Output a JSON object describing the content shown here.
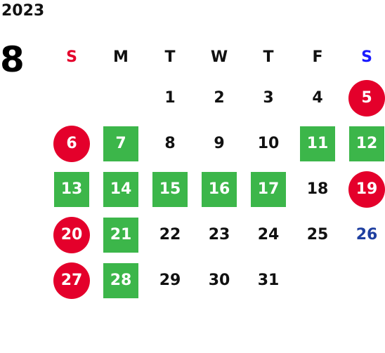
{
  "year": "2023",
  "month": "8",
  "weekdays": [
    "S",
    "M",
    "T",
    "W",
    "T",
    "F",
    "S"
  ],
  "weeks": [
    [
      "",
      "",
      "1",
      "2",
      "3",
      "4",
      "5"
    ],
    [
      "6",
      "7",
      "8",
      "9",
      "10",
      "11",
      "12"
    ],
    [
      "13",
      "14",
      "15",
      "16",
      "17",
      "18",
      "19"
    ],
    [
      "20",
      "21",
      "22",
      "23",
      "24",
      "25",
      "26"
    ],
    [
      "27",
      "28",
      "29",
      "30",
      "31",
      "",
      ""
    ]
  ],
  "day_styles": {
    "5": "red",
    "6": "red",
    "19": "red",
    "20": "red",
    "27": "red",
    "7": "green",
    "11": "green",
    "12": "green",
    "13": "green",
    "14": "green",
    "15": "green",
    "16": "green",
    "17": "green",
    "21": "green",
    "28": "green",
    "26": "blue"
  },
  "colors": {
    "holiday_red": "#e4002b",
    "closed_green": "#3cb64a",
    "saturday_blue": "#1a1aff",
    "date_blue": "#1e3fa0"
  }
}
